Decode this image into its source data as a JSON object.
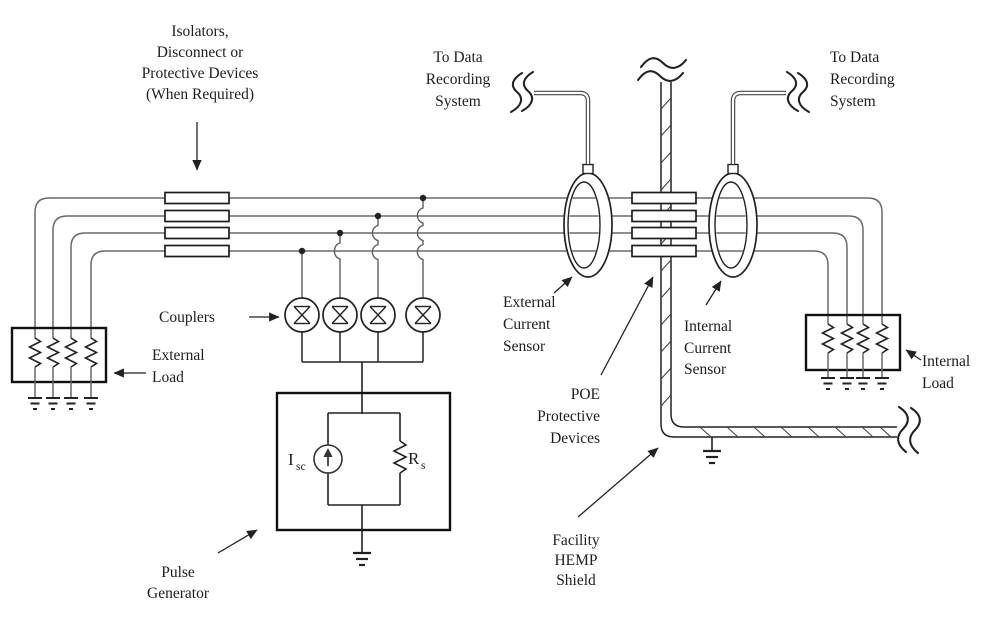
{
  "labels": {
    "isolators": [
      "Isolators,",
      "Disconnect or",
      "Protective Devices",
      "(When Required)"
    ],
    "to_data_left": [
      "To Data",
      "Recording",
      "System"
    ],
    "to_data_right": [
      "To Data",
      "Recording",
      "System"
    ],
    "couplers": "Couplers",
    "external_load": [
      "External",
      "Load"
    ],
    "external_current_sensor": [
      "External",
      "Current",
      "Sensor"
    ],
    "poe_devices": [
      "POE",
      "Protective",
      "Devices"
    ],
    "internal_current_sensor": [
      "Internal",
      "Current",
      "Sensor"
    ],
    "internal_load": [
      "Internal",
      "Load"
    ],
    "facility_shield": [
      "Facility",
      "HEMP",
      "Shield"
    ],
    "pulse_generator": [
      "Pulse",
      "Generator"
    ],
    "source_symbol": {
      "main": "I",
      "sub": "sc"
    },
    "resistor_symbol": {
      "main": "R",
      "sub": "s"
    }
  },
  "colors": {
    "background": "#ffffff",
    "wire_gray": "#6a6a6a",
    "component_black": "#1c1c1c",
    "text": "#1d1d1d"
  }
}
